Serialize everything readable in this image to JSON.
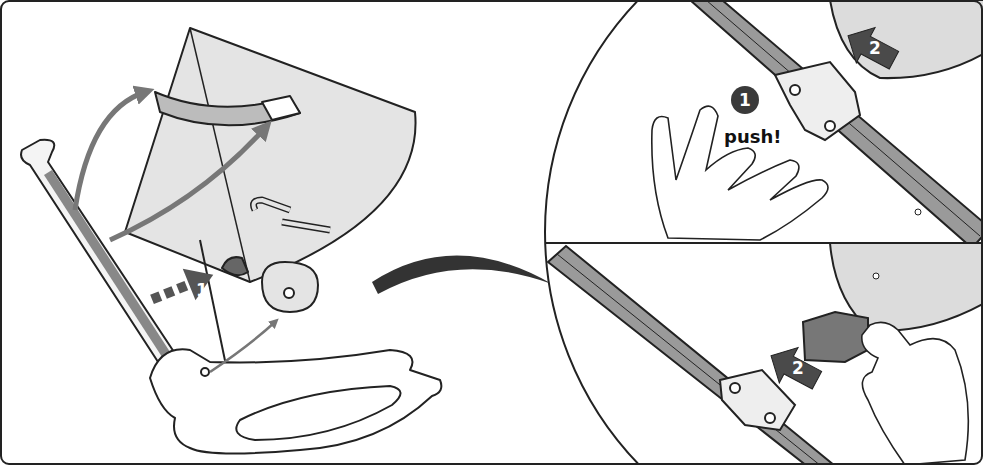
{
  "diagram": {
    "nodes": [
      {
        "text": [
          "1"
        ]
      },
      {
        "text": [
          "1"
        ]
      },
      {
        "text": [
          "2"
        ]
      },
      {
        "text": [
          "2"
        ]
      }
    ],
    "labels": [
      "push!"
    ]
  }
}
